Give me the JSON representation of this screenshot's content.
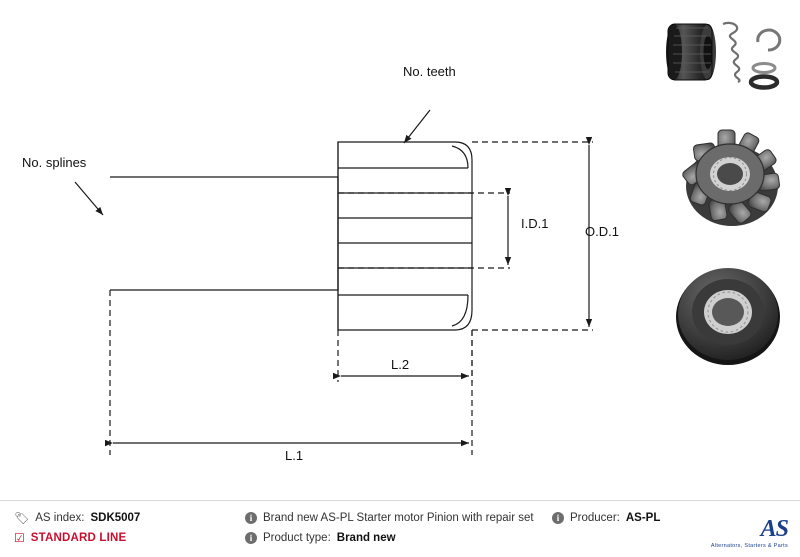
{
  "drawing": {
    "labels": {
      "no_teeth": "No. teeth",
      "no_splines": "No. splines",
      "id1": "I.D.1",
      "od1": "O.D.1",
      "l1": "L.1",
      "l2": "L.2"
    }
  },
  "photos": [
    {
      "name": "pinion-with-spring-and-rings"
    },
    {
      "name": "pinion-gear-angled"
    },
    {
      "name": "pinion-gear-top-view"
    }
  ],
  "footer": {
    "as_index_label": "AS index:",
    "as_index_value": "SDK5007",
    "standard_line": "STANDARD LINE",
    "description": "Brand new AS-PL Starter motor Pinion with repair set",
    "product_type_label": "Product type:",
    "product_type_value": "Brand new",
    "producer_label": "Producer:",
    "producer_value": "AS-PL",
    "brand_name": "AS",
    "brand_tagline": "Alternators, Starters & Parts"
  },
  "colors": {
    "accent_red": "#c8102e",
    "brand_blue": "#1b3f8b",
    "line": "#1a1a1a"
  }
}
